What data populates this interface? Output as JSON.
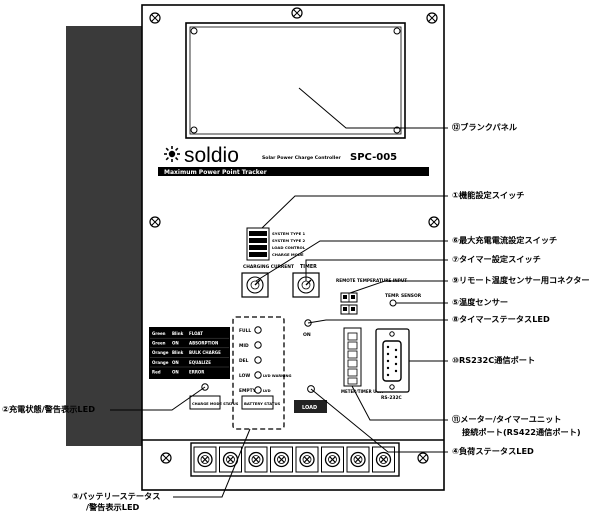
{
  "brand": {
    "name": "soldio",
    "subtitle": "Solar Power Charge Controller",
    "model": "SPC-005",
    "tagline": "Maximum Power Point Tracker"
  },
  "panel": {
    "dip_labels": [
      "SYSTEM TYPE 1",
      "SYSTEM TYPE 2",
      "LOAD CONTROL",
      "CHARGE MODE"
    ],
    "charging_current_label": "CHARGING CURRENT",
    "timer_label": "TIMER",
    "remote_sensor_label": "REMOTE TEMPERATURE INPUT",
    "temp_sensor_label": "TEMP. SENSOR",
    "timer_on_label": "ON",
    "meter_timer_unit_label": "METER/TIMER UNIT",
    "rs232c_label": "RS-232C",
    "charge_mode_status_label": "CHARGE MODE STATUS",
    "battery_status_label": "BATTERY STATUS",
    "load_label": "LOAD",
    "battery_leds": [
      "FULL",
      "MID",
      "DEL",
      "LOW",
      "EMPTY"
    ],
    "low_extra": "LVD WARNING",
    "empty_extra": "LVD",
    "status_table": [
      [
        "Green",
        "Blink",
        "FLOAT"
      ],
      [
        "Green",
        "ON",
        "ABSORPTION"
      ],
      [
        "Orange",
        "Blink",
        "BULK CHARGE"
      ],
      [
        "Orange",
        "ON",
        "EQUALIZE"
      ],
      [
        "Red",
        "ON",
        "ERROR"
      ]
    ]
  },
  "callouts": [
    {
      "number": "⑫",
      "text": "ブランクパネル"
    },
    {
      "number": "①",
      "text": "機能設定スイッチ"
    },
    {
      "number": "⑥",
      "text": "最大充電電流設定スイッチ"
    },
    {
      "number": "⑦",
      "text": "タイマー設定スイッチ"
    },
    {
      "number": "⑨",
      "text": "リモート温度センサー用コネクター"
    },
    {
      "number": "⑤",
      "text": "温度センサー"
    },
    {
      "number": "⑧",
      "text": "タイマーステータスLED"
    },
    {
      "number": "⑩",
      "text": "RS232C通信ポート"
    },
    {
      "number": "⑪",
      "text": "メーター/タイマーユニット"
    },
    {
      "number": "",
      "text": "接続ポート(RS422通信ポート)"
    },
    {
      "number": "④",
      "text": "負荷ステータスLED"
    },
    {
      "number": "②",
      "text": "充電状態/警告表示LED"
    },
    {
      "number": "③",
      "text": "バッテリーステータス"
    },
    {
      "number": "",
      "text": "/警告表示LED"
    }
  ],
  "colors": {
    "ink": "#000000",
    "dark_panel": "#3a3a3a",
    "paper": "#ffffff",
    "label_box": "#222222"
  }
}
